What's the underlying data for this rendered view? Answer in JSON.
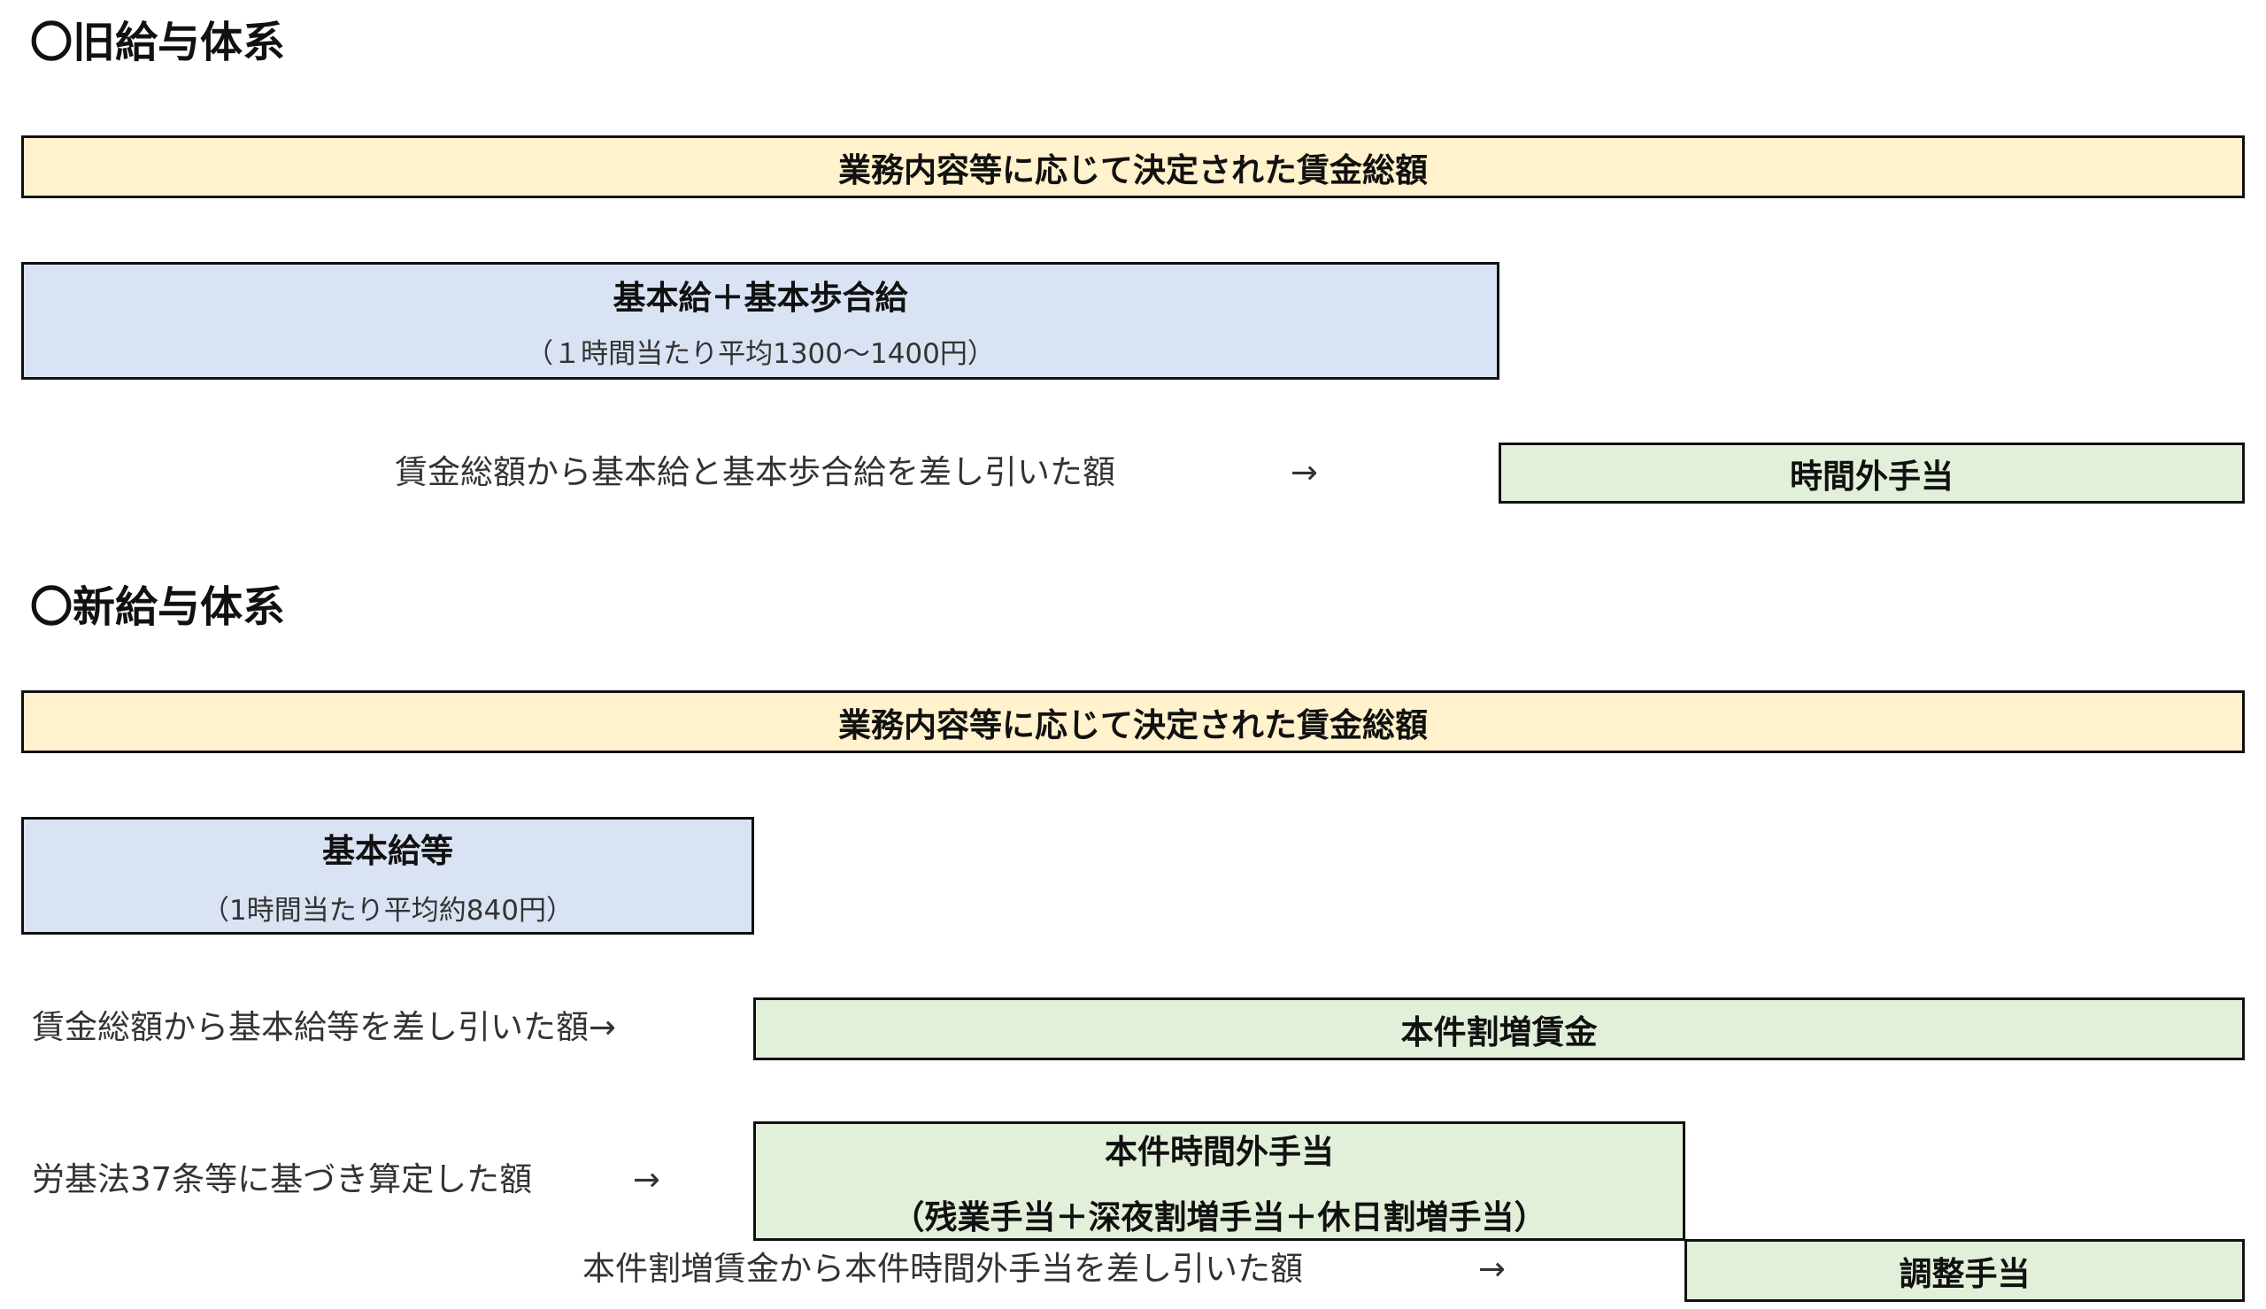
{
  "old_system": {
    "heading": "〇旧給与体系",
    "total_bar": "業務内容等に応じて決定された賃金総額",
    "base_box": {
      "title": "基本給＋基本歩合給",
      "subtitle": "（１時間当たり平均1300〜1400円）"
    },
    "diff_label": "賃金総額から基本給と基本歩合給を差し引いた額",
    "arrow": "→",
    "overtime_box": "時間外手当"
  },
  "new_system": {
    "heading": "〇新給与体系",
    "total_bar": "業務内容等に応じて決定された賃金総額",
    "base_box": {
      "title": "基本給等",
      "subtitle": "（1時間当たり平均約840円）"
    },
    "diff_label": "賃金総額から基本給等を差し引いた額→",
    "premium_box": "本件割増賃金",
    "law_label": "労基法37条等に基づき算定した額",
    "law_arrow": "→",
    "overtime_box": {
      "title": "本件時間外手当",
      "subtitle": "（残業手当＋深夜割増手当＋休日割増手当）"
    },
    "adjust_label": "本件割増賃金から本件時間外手当を差し引いた額",
    "adjust_arrow": "→",
    "adjust_box": "調整手当"
  }
}
